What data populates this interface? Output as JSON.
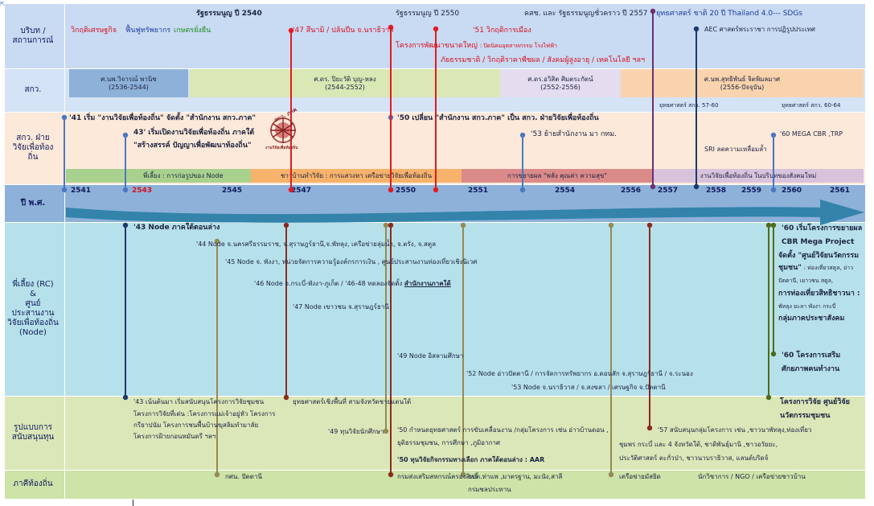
{
  "rows": {
    "context": "บริบท /\nสถานการณ์",
    "trf": "สกว.",
    "division": "สกว. ฝ่าย\nวิจัยเพื่อท้อง\nถิ่น",
    "year": "ปี พ.ศ.",
    "mentors": "พี่เลี้ยง (RC)\n&\nศูนย์\nประสานงาน\nวิจัยเพื่อท้องถิ่น\n(Node)",
    "support": "รูปแบบการ\nสนับสนุนทุน",
    "partners": "ภาคีท้องถิ่น"
  },
  "context": {
    "c1": "รัฐธรรมนูญ ปี 2540",
    "c2_a": "วิกฤติเศรษฐกิจ",
    "c2_b": "ฟื้นฟูทรัพยากร",
    "c2_c": "เกษตรยั่งยืน",
    "c3": "'47 สึนามิ / ปล้นปืน จ.นราธิวาส",
    "c4": "รัฐธรรมนูญ ปี 2550",
    "c5": "'51 วิกฤติการเมือง",
    "c6_a": "โครงการพัฒนาขนาดใหญ่",
    "c6_b": ": ปิดนิคมอุตสาหกรรม โรงไฟฟ้า",
    "c7": "ภัยธรรมชาติ / วิกฤติราคาพืชผล / สังคมผู้สูงอายุ / เทคโนโลยี ฯลฯ",
    "c8": "คสช. และ รัฐธรรมนูญชั่วคราว ปี 2557",
    "c9_a": "ยุทธศาสตร์ ชาติ 20 ปี",
    "c9_b": "Thailand 4.0",
    "c9_c": "--- SDGs",
    "c10": "AEC   ศาสตร์พระราชา  การปฏิรูปประเทศ"
  },
  "trf": {
    "e1_name": "ศ.นพ.วิจารณ์ พานิช",
    "e1_years": "(2536-2544)",
    "e2_name": "ศ.ดร. ปิยะวัติ บุญ-หลง",
    "e2_years": "(2544-2552)",
    "e3_name": "ศ.ดร.อวิสิต ศิมตระกัตน์",
    "e3_years": "(2552-2556)",
    "e4_name": "ศ.นพ.สุทธิพันธ์ จิตพิมลมาศ",
    "e4_years": "(2556-ปัจจุบัน)",
    "strat1": "ยุทธศาสตร์ สกว. 57-60",
    "strat2": "ยุทธศาสตร์ สกว. 60-64"
  },
  "division": {
    "d1": "'41 เริ่ม \"งานวิจัยเพื่อท้องถิ่น\"  จัดตั้ง \"สำนักงาน สกว.ภาค\"",
    "d2_a": "43' เริ่มเปิดงานวิจัยเพื่อท้องถิ่น ภาคใต้",
    "d2_b": "\"สร้างสรรค์ ปัญญาเพื่อพัฒนาท้องถิ่น\"",
    "d3": "'50 เปลี่ยน \"สำนักงาน สกว.ภาค\" เป็น สกว. ฝ่ายวิจัยเพื่อท้องถิ่น",
    "d4": "'53 ย้ายสำนักงาน มา กทม.",
    "d5": "SRI ลดความเหลื่อมล้ำ",
    "d6": "'60 MEGA CBR ,TRP",
    "logo_top": "สกว. ภาค",
    "logo_bottom": "งานวิจัยเพื่อท้องถิ่น",
    "phase1": "พี่เลี้ยง : การก่อรูปของ Node",
    "phase2": "ชาวบ้านทำวิจัย : การแสวงหา เครือข่ายวิจัยเพื่อท้องถิ่น",
    "phase3": "การขยายผล \"พลัง คุณค่า ความสุข\"",
    "phase4": "งานวิจัยเพื่อท้องถิ่น ในบริบทของสังคมใหม่"
  },
  "years": [
    "2541",
    "2543",
    "2545",
    "2547",
    "2550",
    "2551",
    "2554",
    "2556",
    "2557",
    "2558",
    "2559",
    "2560",
    "2561"
  ],
  "mentors": {
    "n1": "'43 Node ภาคใต้ตอนล่าง",
    "n2": "'44 Node จ.นครศรีธรรมราช, จ.สุราษฎร์ธานี,จ.พัทลุง, เครือข่ายลุ่มน้ำ, จ.ตรัง, จ.สตูล",
    "n3": "'45 Node จ. พังงา, หน่วยจัดการความรู้องค์กรการเงิน , ศูนย์ประสานงานท่องเที่ยวเชิงนิเวศ",
    "n4_a": "'46  Node จ.กระบี่-พังงา-ภูเก็ต  / '46-48 ทดลองจัดตั้ง",
    "n4_b": "สำนักงานภาคใต้",
    "n5": "'47 Node  เขาวชน จ.สุราษฎร์ธานี",
    "n6": "'49 Node อิสลามศึกษา",
    "n7": "'52 Node อ่าวปัตตานี / การจัดการทรัพยากร อ.ดอนสัก จ.สุราษฎร์ธานี / จ.ระนอง",
    "n8": "'53 Node จ.นราธิวาส / จ.สงขลา / เศรษฐกิจ จ.ปัตตานี",
    "r1": "'60 เริ่มโครงการขยายผล",
    "r2": "CBR Mega Project",
    "r3": "จัดตั้ง \"ศูนย์วิจัยนวัตกรรม",
    "r4": "ชุมชน\"",
    "r4b": ": ท่องเที่ยวสตูล, อ่าว",
    "r5": "ปัตตานี, เยาวชน สตูล,",
    "r6": "การท่องเที่ยวสิทธิชาวนา :",
    "r7": "พัทลุง ยะลา พังงา กระบี่",
    "r8": "กลุ่มภาคประชาสังคม",
    "r9": "'60 โครงการเสริม",
    "r10": "ศักยภาพคนทำงาน"
  },
  "support": {
    "s1_a": "'43 เน้นต้นมา  เริ่มสนับสนุนโครงการวิจัยชุมชน",
    "s1_b": "โครงการวิจัยที่เด่น :โครงการแม่เจ้าอยู่หัว โครงการ",
    "s1_c": "กรีธาปนัม โครงการชนพื้นบ้านฆุสลิมทำมาลัย",
    "s1_d": "โครงการฝ้ายกอนหมันดรี  ฯลฯ",
    "s2": "ยุทธศาสตร์เชิงพื้นที่ สามจังหวัดชายแดนใต้",
    "s3": "'49 ทุนวิจัยนักศึกษา",
    "s4_a": "'50 กำหนดยุทธศาสตร์ การขับเคลื่อนงาน /กลุ่มโครงการ เช่น อ่าวบ้านดอน ,",
    "s4_b": "ยุติธรรมชุมชน, การศึกษา ,ภูมิอากาศ",
    "s4_c": "'50 ทุนวิจัยกิจกรรมทางเลือก ภาคใต้ตอนล่าง : AAR",
    "s5_a": "'57 สนับสนุนกลุ่มโครงการ เช่น ,ชาวนาพัทลุง,ท่องเที่ยว",
    "s5_b": "ชุมพร กระบี่ และ 4 จังหวัดใต้, ชาติพันธุ์มานิ ,ชาวอวัยยะ,",
    "s5_c": "ประวัติศาสตร์ ตะกั่วป่า, ชาวนาบราธิวาส, แลนด์บริดจ์",
    "s6_a": "โครงการวิจัย ศูนย์วิจัย",
    "s6_b": "นวัตกรรมชุมชน"
  },
  "partners": {
    "p1": "กศน. ปัตตานี",
    "p2": "กรมส่งเสริมสหกรณ์ครองสิทธิ์",
    "p3": "อบต.ท่าแพ ,มาตรฐาน, มะนัง,สาลี",
    "p4": "กรมชลประทาน",
    "p5": "เครือข่ายมัสยิด",
    "p6": "นักวิชาการ / NGO / เครือข่ายชาวบ้าน"
  },
  "colors": {
    "context_bg": "#c9daf3",
    "trf_bg": "#c9daf3",
    "division_bg": "#fde9d9",
    "year_band": "#8eb1d9",
    "arrow": "#2b7fa7",
    "mentors_bg": "#b7e1ea",
    "support_bg": "#dbe7b8",
    "partners_bg": "#cbe0a6",
    "red_line": "#e11b22",
    "blue_line": "#4a78c2",
    "purple_line": "#6b2f73",
    "navy_line": "#1c3a66",
    "olive_line": "#948a54",
    "brown_line": "#8b2b1e",
    "green_line": "#4e6b1c"
  }
}
